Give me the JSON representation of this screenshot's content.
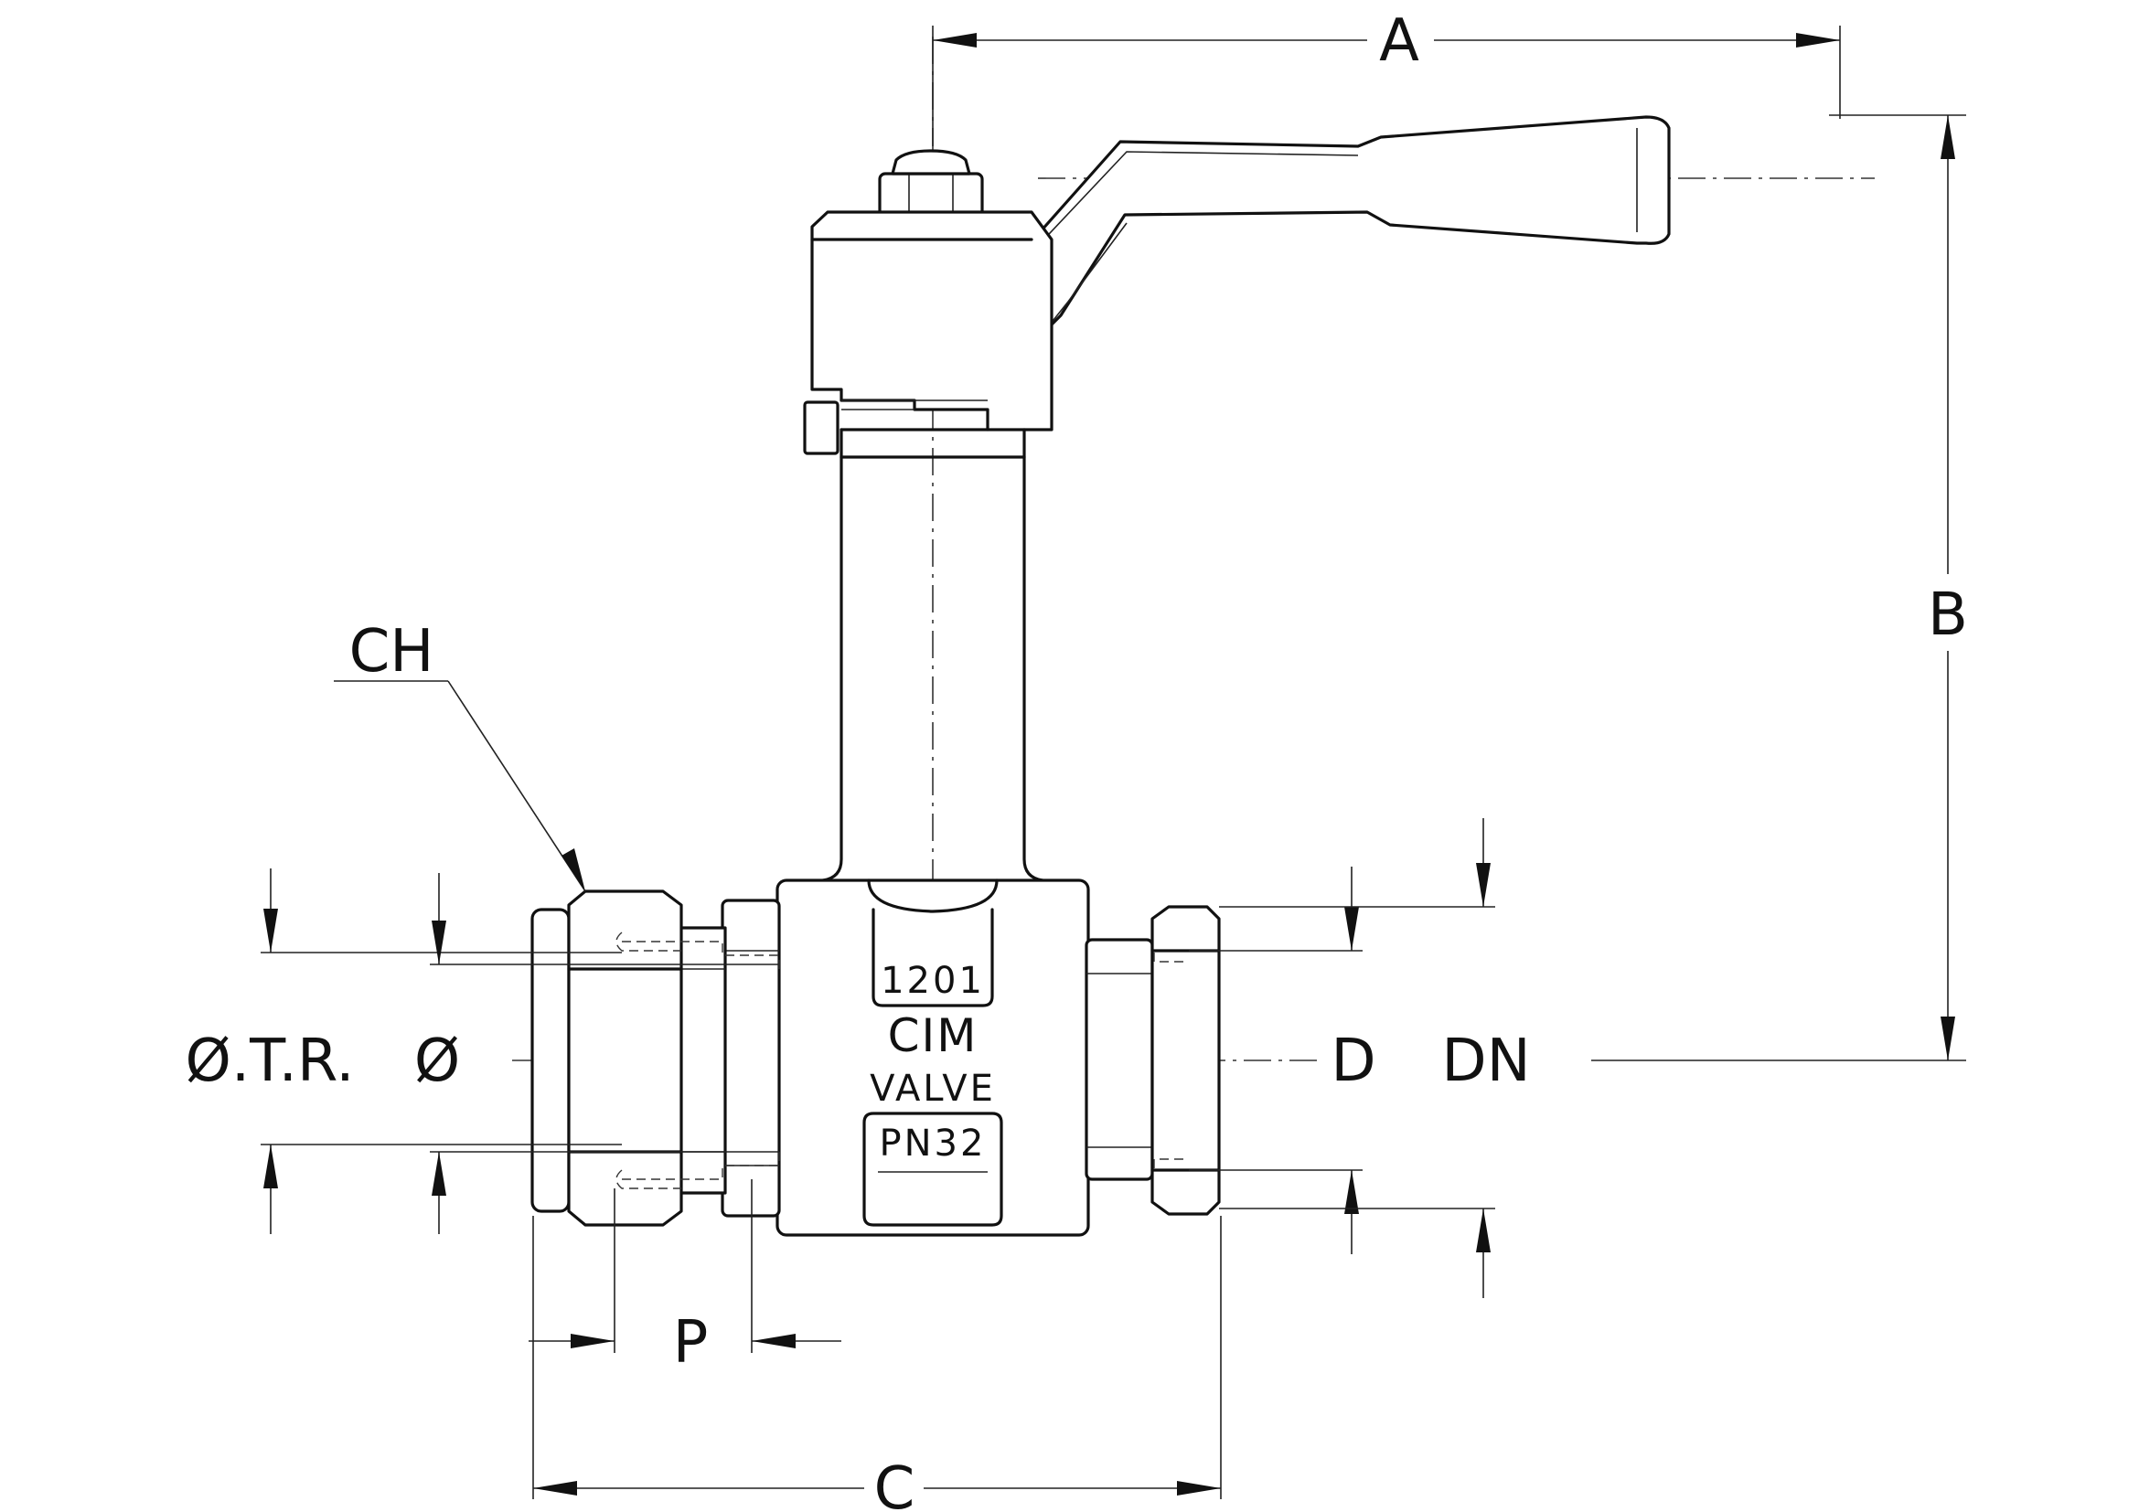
{
  "dimensions": {
    "a": "A",
    "b": "B",
    "c": "C",
    "d": "D",
    "dn": "DN",
    "p": "P",
    "ch": "CH",
    "otr": "Ø.T.R.",
    "dia": "Ø"
  },
  "body_markings": {
    "model": "1201",
    "logo": "CIM",
    "valve": "VALVE",
    "pressure": "PN32"
  }
}
